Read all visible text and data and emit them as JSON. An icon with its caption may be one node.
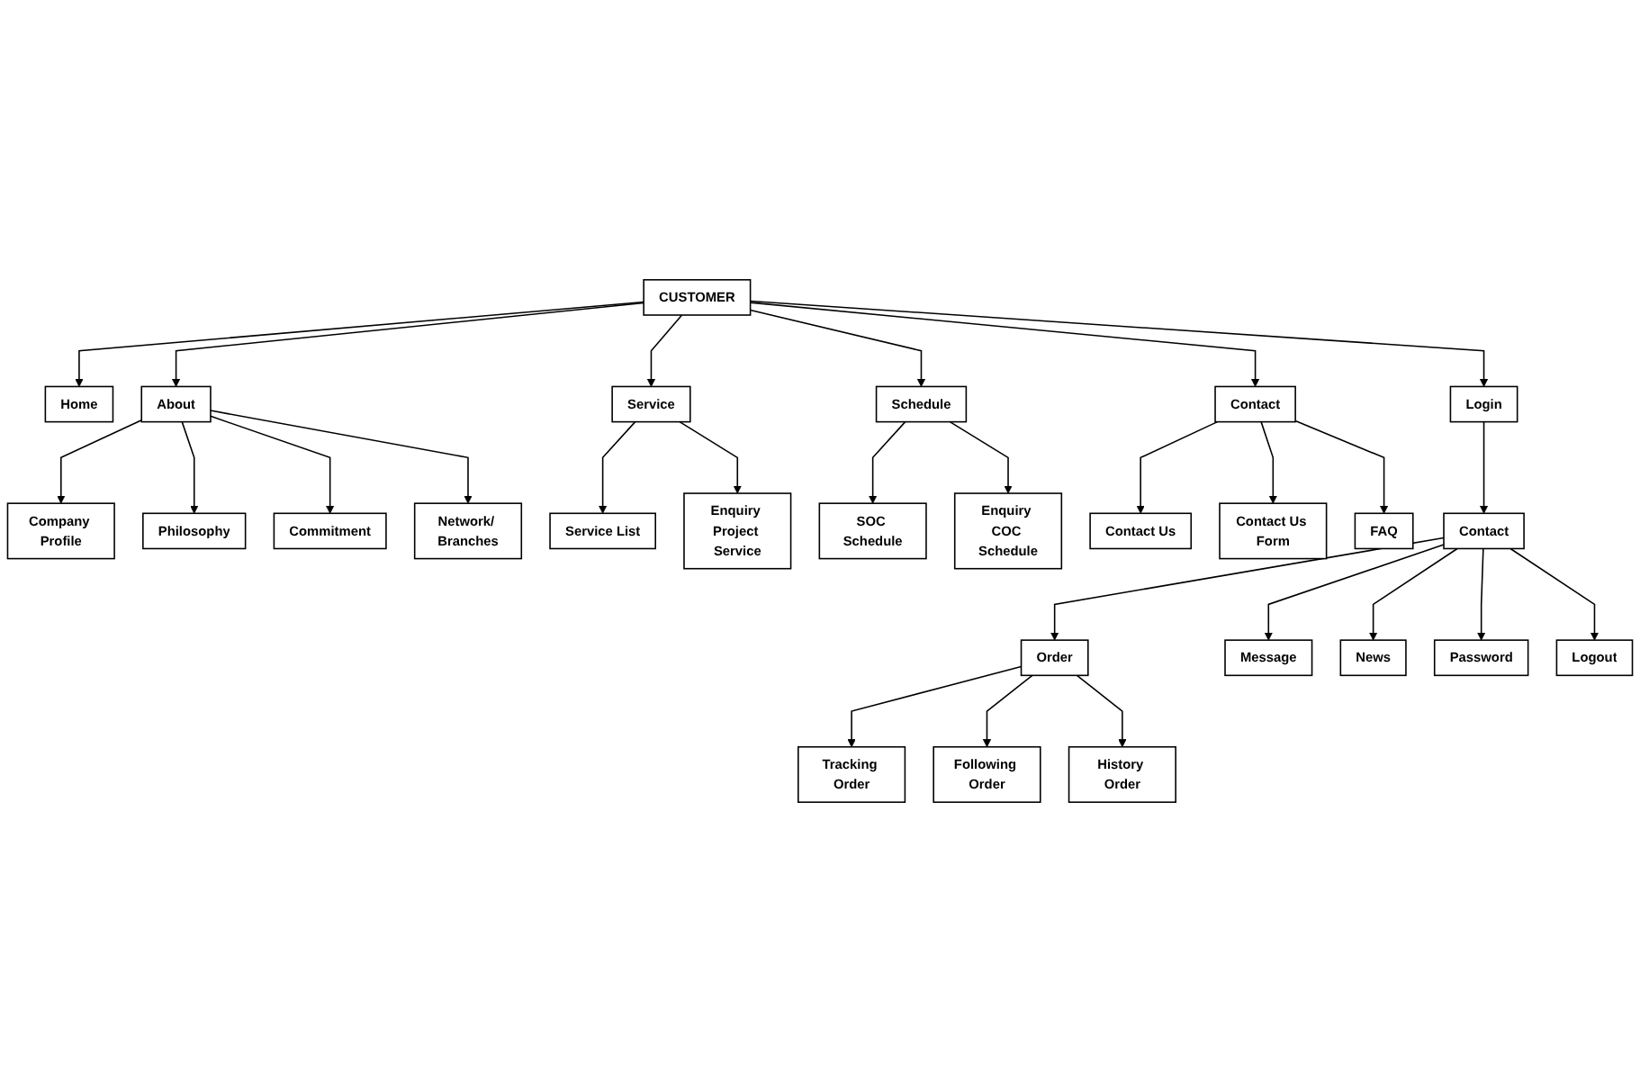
{
  "diagram": {
    "nodes": [
      {
        "text": [
          "CUSTOMER"
        ]
      },
      {
        "text": [
          "Home"
        ]
      },
      {
        "text": [
          "About"
        ]
      },
      {
        "text": [
          "Service"
        ]
      },
      {
        "text": [
          "Schedule"
        ]
      },
      {
        "text": [
          "Contact"
        ]
      },
      {
        "text": [
          "Login"
        ]
      },
      {
        "text": [
          "Company Profile"
        ]
      },
      {
        "text": [
          "Philosophy"
        ]
      },
      {
        "text": [
          "Commitment"
        ]
      },
      {
        "text": [
          "Network/ Branches"
        ]
      },
      {
        "text": [
          "Service List"
        ]
      },
      {
        "text": [
          "Enquiry Project Service"
        ]
      },
      {
        "text": [
          "SOC Schedule"
        ]
      },
      {
        "text": [
          "Enquiry COC Schedule"
        ]
      },
      {
        "text": [
          "Contact Us"
        ]
      },
      {
        "text": [
          "Contact Us Form"
        ]
      },
      {
        "text": [
          "FAQ"
        ]
      },
      {
        "text": [
          "Contact"
        ]
      },
      {
        "text": [
          "Order"
        ]
      },
      {
        "text": [
          "Message"
        ]
      },
      {
        "text": [
          "News"
        ]
      },
      {
        "text": [
          "Password"
        ]
      },
      {
        "text": [
          "Logout"
        ]
      },
      {
        "text": [
          "Tracking Order"
        ]
      },
      {
        "text": [
          "Following Order"
        ]
      },
      {
        "text": [
          "History Order"
        ]
      }
    ],
    "edges": [
      {
        "from": 0,
        "to": 1,
        "arrow": "to"
      },
      {
        "from": 0,
        "to": 2,
        "arrow": "to"
      },
      {
        "from": 0,
        "to": 3,
        "arrow": "to"
      },
      {
        "from": 0,
        "to": 4,
        "arrow": "to"
      },
      {
        "from": 0,
        "to": 5,
        "arrow": "to"
      },
      {
        "from": 0,
        "to": 6,
        "arrow": "to"
      },
      {
        "from": 2,
        "to": 7,
        "arrow": "to"
      },
      {
        "from": 2,
        "to": 8,
        "arrow": "to"
      },
      {
        "from": 2,
        "to": 9,
        "arrow": "to"
      },
      {
        "from": 2,
        "to": 10,
        "arrow": "to"
      },
      {
        "from": 3,
        "to": 11,
        "arrow": "to"
      },
      {
        "from": 3,
        "to": 12,
        "arrow": "to"
      },
      {
        "from": 4,
        "to": 13,
        "arrow": "to"
      },
      {
        "from": 4,
        "to": 14,
        "arrow": "to"
      },
      {
        "from": 5,
        "to": 15,
        "arrow": "to"
      },
      {
        "from": 5,
        "to": 16,
        "arrow": "to"
      },
      {
        "from": 5,
        "to": 17,
        "arrow": "to"
      },
      {
        "from": 6,
        "to": 18,
        "arrow": "to"
      },
      {
        "from": 18,
        "to": 19,
        "arrow": "to"
      },
      {
        "from": 18,
        "to": 20,
        "arrow": "to"
      },
      {
        "from": 18,
        "to": 21,
        "arrow": "to"
      },
      {
        "from": 18,
        "to": 22,
        "arrow": "to"
      },
      {
        "from": 18,
        "to": 23,
        "arrow": "to"
      },
      {
        "from": 19,
        "to": 24,
        "arrow": "to"
      },
      {
        "from": 19,
        "to": 25,
        "arrow": "to"
      },
      {
        "from": 19,
        "to": 26,
        "arrow": "to"
      }
    ]
  }
}
